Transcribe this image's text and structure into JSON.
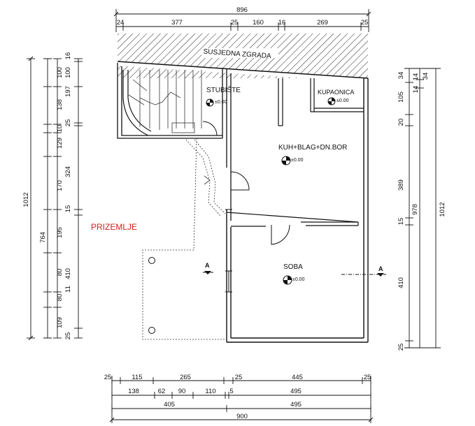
{
  "plan": {
    "title": "PRIZEMLJE",
    "title_color": "#d42020",
    "neighbor_label": "SUSJEDNA ZGRADA",
    "section_marker": "A",
    "rooms": {
      "stairs": "STUBIŠTE",
      "bathroom": "KUPAONICA",
      "kitchen": "KUH+BLAG+DN.BOR",
      "room": "SOBA"
    },
    "level_mark": "±0.00"
  },
  "dims": {
    "top": {
      "total": "896",
      "seg": [
        "24",
        "377",
        "25",
        "160",
        "16",
        "269",
        "25"
      ]
    },
    "left_outer": "1012",
    "left_mid": "764",
    "left_chain_a": [
      "100",
      "138",
      "10",
      "129",
      "170",
      "195",
      "80",
      "80",
      "109"
    ],
    "left_chain_b": [
      "16",
      "100",
      "197",
      "25",
      "324",
      "15",
      "410",
      "11",
      "25"
    ],
    "right_chain_a": [
      "34",
      "105",
      "20",
      "389",
      "15",
      "410",
      "25"
    ],
    "right_chain_b": [
      "14",
      "978"
    ],
    "right_outer": "1012",
    "right_small": [
      "34",
      "14"
    ],
    "bottom": {
      "row1": [
        "25",
        "115",
        "265",
        "25",
        "445",
        "25"
      ],
      "row2": [
        "138",
        "62",
        "90",
        "110",
        "5",
        "495"
      ],
      "row3": [
        "405",
        "495"
      ],
      "total": "900"
    }
  }
}
